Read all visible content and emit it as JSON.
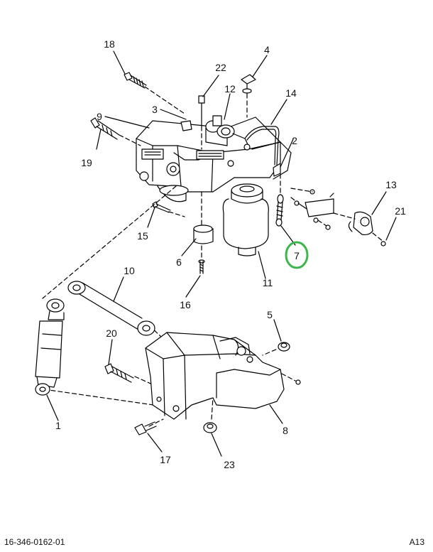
{
  "diagram": {
    "callouts": [
      "1",
      "2",
      "3",
      "4",
      "5",
      "6",
      "7",
      "8",
      "9",
      "10",
      "11",
      "12",
      "13",
      "14",
      "15",
      "16",
      "17",
      "18",
      "19",
      "20",
      "21",
      "22",
      "23"
    ],
    "highlighted_callout": "7",
    "highlight_color": "#3cb54a",
    "line_color": "#000000"
  },
  "footer": {
    "doc_number": "16-346-0162-01",
    "sheet_id": "A13"
  }
}
